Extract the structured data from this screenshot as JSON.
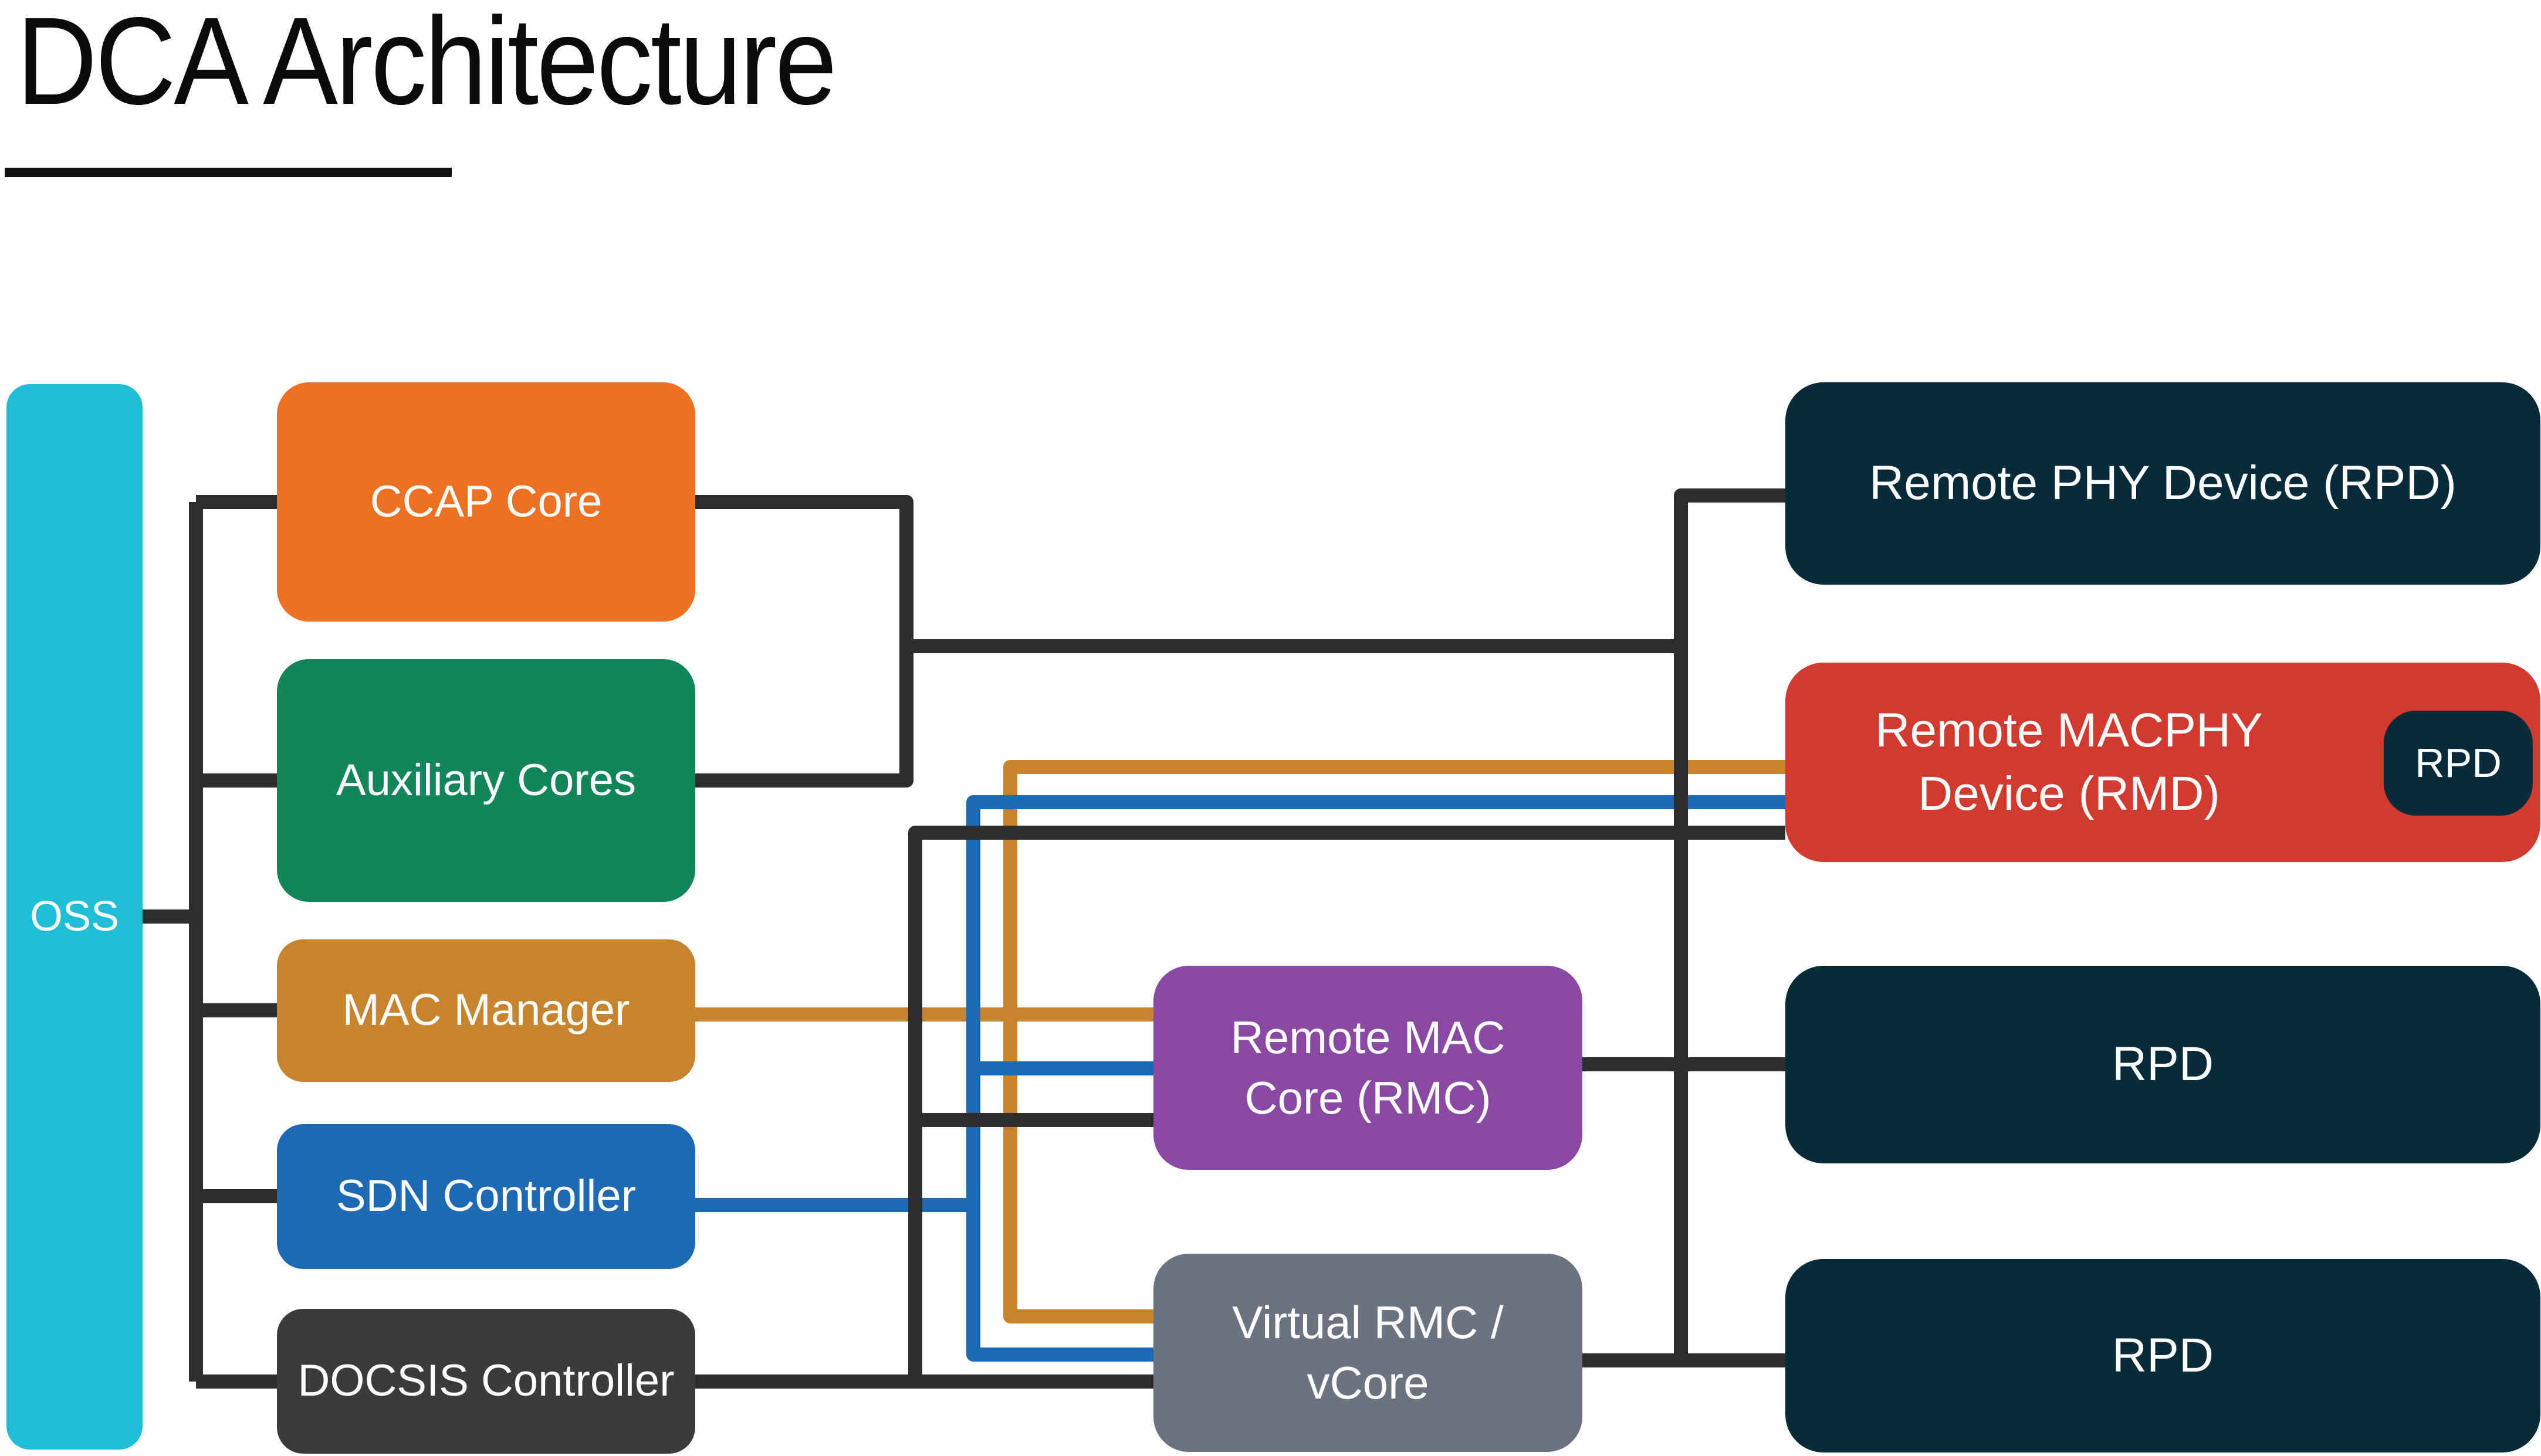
{
  "title": {
    "text": "DCA Architecture"
  },
  "palette": {
    "background": "#FFFFFF",
    "line_dark": "#2D2D2D",
    "line_gold": "#C6842F",
    "line_blue": "#1E69B3"
  },
  "nodes": {
    "oss": {
      "label": "OSS",
      "color": "#1FBDD6"
    },
    "ccap_core": {
      "label": "CCAP Core",
      "color": "#EE7023"
    },
    "auxiliary_cores": {
      "label": "Auxiliary Cores",
      "color": "#12855A"
    },
    "mac_manager": {
      "label": "MAC Manager",
      "color": "#C6842F"
    },
    "sdn_controller": {
      "label": "SDN Controller",
      "color": "#1E69B3"
    },
    "docsis_controller": {
      "label": "DOCSIS Controller",
      "color": "#3B3B3B"
    },
    "remote_mac_core": {
      "line1": "Remote MAC",
      "line2": "Core (RMC)",
      "color": "#8A48A5"
    },
    "virtual_rmc": {
      "line1": "Virtual RMC /",
      "line2": "vCore",
      "color": "#6C7380"
    },
    "remote_phy_device": {
      "label": "Remote PHY Device (RPD)",
      "color": "#082B3C"
    },
    "remote_macphy_device": {
      "line1": "Remote MACPHY",
      "line2": "Device (RMD)",
      "color": "#D23A2F",
      "chip_label": "RPD",
      "chip_color": "#082B3C"
    },
    "rpd_mid": {
      "label": "RPD",
      "color": "#082B3C"
    },
    "rpd_bottom": {
      "label": "RPD",
      "color": "#082B3C"
    }
  },
  "connections": [
    {
      "from": "oss",
      "to": "ccap_core",
      "color": "dark"
    },
    {
      "from": "oss",
      "to": "auxiliary_cores",
      "color": "dark"
    },
    {
      "from": "oss",
      "to": "mac_manager",
      "color": "dark"
    },
    {
      "from": "oss",
      "to": "sdn_controller",
      "color": "dark"
    },
    {
      "from": "oss",
      "to": "docsis_controller",
      "color": "dark"
    },
    {
      "from": "ccap_core",
      "to": "auxiliary_cores",
      "color": "dark"
    },
    {
      "from": "ccap_core",
      "to": "remote_phy_device",
      "color": "dark"
    },
    {
      "from": "ccap_core",
      "to": "rpd_mid",
      "color": "dark"
    },
    {
      "from": "ccap_core",
      "to": "rpd_bottom",
      "color": "dark"
    },
    {
      "from": "mac_manager",
      "to": "remote_mac_core",
      "color": "gold"
    },
    {
      "from": "mac_manager",
      "to": "remote_macphy_device",
      "color": "gold"
    },
    {
      "from": "mac_manager",
      "to": "virtual_rmc",
      "color": "gold"
    },
    {
      "from": "sdn_controller",
      "to": "remote_mac_core",
      "color": "blue"
    },
    {
      "from": "sdn_controller",
      "to": "remote_macphy_device",
      "color": "blue"
    },
    {
      "from": "sdn_controller",
      "to": "virtual_rmc",
      "color": "blue"
    },
    {
      "from": "docsis_controller",
      "to": "remote_mac_core",
      "color": "dark"
    },
    {
      "from": "docsis_controller",
      "to": "remote_macphy_device",
      "color": "dark"
    },
    {
      "from": "docsis_controller",
      "to": "virtual_rmc",
      "color": "dark"
    },
    {
      "from": "remote_mac_core",
      "to": "rpd_mid",
      "color": "dark"
    },
    {
      "from": "virtual_rmc",
      "to": "rpd_bottom",
      "color": "dark"
    }
  ]
}
